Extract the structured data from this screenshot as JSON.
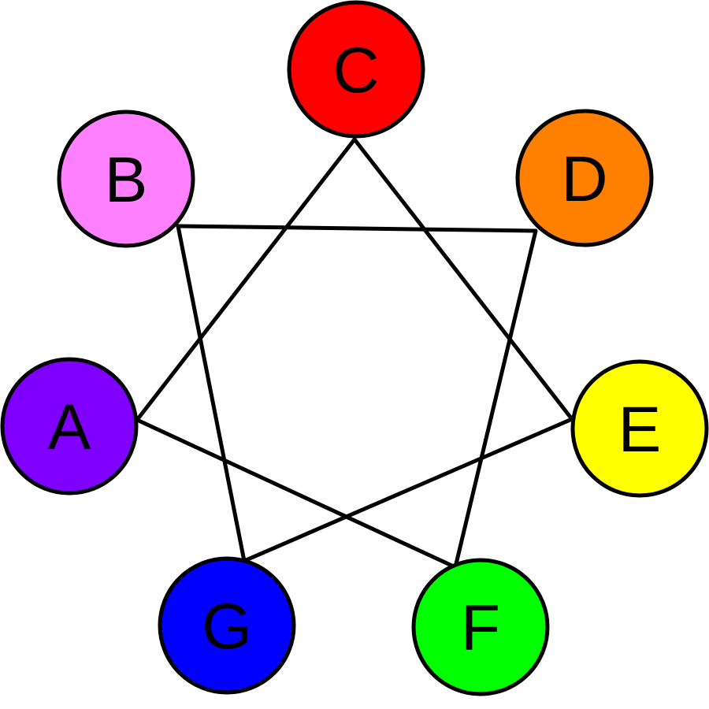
{
  "nodes": [
    {
      "id": "C",
      "label": "C",
      "color": "#ff0000"
    },
    {
      "id": "D",
      "label": "D",
      "color": "#ff8000"
    },
    {
      "id": "E",
      "label": "E",
      "color": "#ffff00"
    },
    {
      "id": "F",
      "label": "F",
      "color": "#00ff00"
    },
    {
      "id": "G",
      "label": "G",
      "color": "#0000ff"
    },
    {
      "id": "A",
      "label": "A",
      "color": "#8000ff"
    },
    {
      "id": "B",
      "label": "B",
      "color": "#ff80ff"
    }
  ],
  "edges": [
    [
      "C",
      "E"
    ],
    [
      "E",
      "G"
    ],
    [
      "G",
      "B"
    ],
    [
      "B",
      "D"
    ],
    [
      "D",
      "F"
    ],
    [
      "F",
      "A"
    ],
    [
      "A",
      "C"
    ]
  ],
  "style": {
    "line_color": "#000000",
    "background": "#ffffff"
  }
}
